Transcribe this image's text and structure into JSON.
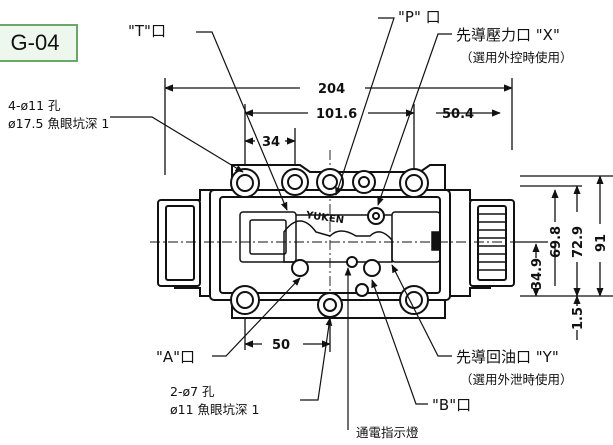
{
  "model_tag": "G-04",
  "dims": {
    "overall_width": "204",
    "center_width": "101.6",
    "right_offset": "50.4",
    "left_offset": "34",
    "bottom_offset": "50",
    "h_69_8": "69.8",
    "h_72_9": "72.9",
    "h_91": "91",
    "h_34_9": "34.9",
    "h_1_5": "1.5"
  },
  "callouts": {
    "t_port": "\"T\"口",
    "p_port": "\"P\" 口",
    "pilot_x_line1": "先導壓力口 \"X\"",
    "pilot_x_line2": "（選用外控時使用）",
    "mount_holes_line1": "4-ø11 孔",
    "mount_holes_line2": "ø17.5 魚眼坑深 1",
    "a_port": "\"A\"口",
    "small_holes_line1": "2-ø7 孔",
    "small_holes_line2": "ø11 魚眼坑深 1",
    "b_port": "\"B\"口",
    "indicator": "通電指示燈",
    "drain_y_line1": "先導回油口 \"Y\"",
    "drain_y_line2": "（選用外泄時使用）"
  },
  "brand_mark": "YUKEN"
}
